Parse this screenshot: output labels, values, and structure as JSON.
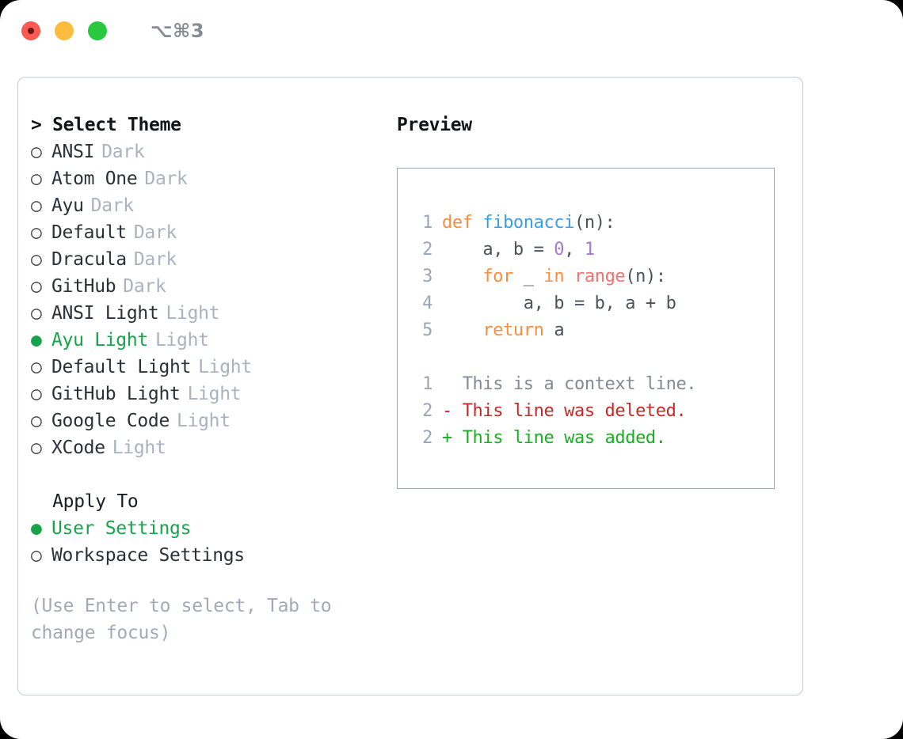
{
  "titlebar": {
    "shortcut": "⌥⌘3",
    "lights": [
      "close",
      "minimize",
      "zoom"
    ]
  },
  "theme_picker": {
    "header": "> Select Theme",
    "options": [
      {
        "marker": "○",
        "label": "ANSI",
        "tag": "Dark",
        "selected": false
      },
      {
        "marker": "○",
        "label": "Atom One",
        "tag": "Dark",
        "selected": false
      },
      {
        "marker": "○",
        "label": "Ayu",
        "tag": "Dark",
        "selected": false
      },
      {
        "marker": "○",
        "label": "Default",
        "tag": "Dark",
        "selected": false
      },
      {
        "marker": "○",
        "label": "Dracula",
        "tag": "Dark",
        "selected": false
      },
      {
        "marker": "○",
        "label": "GitHub",
        "tag": "Dark",
        "selected": false
      },
      {
        "marker": "○",
        "label": "ANSI Light",
        "tag": "Light",
        "selected": false
      },
      {
        "marker": "●",
        "label": "Ayu Light",
        "tag": "Light",
        "selected": true
      },
      {
        "marker": "○",
        "label": "Default Light",
        "tag": "Light",
        "selected": false
      },
      {
        "marker": "○",
        "label": "GitHub Light",
        "tag": "Light",
        "selected": false
      },
      {
        "marker": "○",
        "label": "Google Code",
        "tag": "Light",
        "selected": false
      },
      {
        "marker": "○",
        "label": "XCode",
        "tag": "Light",
        "selected": false
      }
    ]
  },
  "apply_to": {
    "header": "  Apply To",
    "options": [
      {
        "marker": "●",
        "label": "User Settings",
        "selected": true
      },
      {
        "marker": "○",
        "label": "Workspace Settings",
        "selected": false
      }
    ]
  },
  "hint": "(Use Enter to select, Tab to change focus)",
  "preview": {
    "title": "Preview",
    "code_lines": [
      {
        "num": "1",
        "tokens": [
          {
            "text": "def ",
            "type": "kw"
          },
          {
            "text": "fibonacci",
            "type": "fn"
          },
          {
            "text": "(n):",
            "type": "pl"
          }
        ]
      },
      {
        "num": "2",
        "tokens": [
          {
            "text": "    a, b = ",
            "type": "pl"
          },
          {
            "text": "0",
            "type": "num"
          },
          {
            "text": ", ",
            "type": "pl"
          },
          {
            "text": "1",
            "type": "num"
          }
        ]
      },
      {
        "num": "3",
        "tokens": [
          {
            "text": "    ",
            "type": "pl"
          },
          {
            "text": "for",
            "type": "kw"
          },
          {
            "text": " _ ",
            "type": "pl"
          },
          {
            "text": "in",
            "type": "kw"
          },
          {
            "text": " ",
            "type": "pl"
          },
          {
            "text": "range",
            "type": "bi"
          },
          {
            "text": "(n):",
            "type": "pl"
          }
        ]
      },
      {
        "num": "4",
        "tokens": [
          {
            "text": "        a, b = b, a + b",
            "type": "pl"
          }
        ]
      },
      {
        "num": "5",
        "tokens": [
          {
            "text": "    ",
            "type": "pl"
          },
          {
            "text": "return",
            "type": "kw"
          },
          {
            "text": " a",
            "type": "pl"
          }
        ]
      }
    ],
    "diff_lines": [
      {
        "num": "1",
        "marker": " ",
        "text": " This is a context line.",
        "type": "ctx"
      },
      {
        "num": "2",
        "marker": "-",
        "text": " This line was deleted.",
        "type": "del"
      },
      {
        "num": "2",
        "marker": "+",
        "text": " This line was added.",
        "type": "add"
      }
    ]
  },
  "colors": {
    "keyword": "#fa8d3e",
    "function": "#399ee6",
    "number": "#a37acc",
    "builtin": "#f07171",
    "plain": "#4b5259",
    "context": "#828b95",
    "deleted": "#c62828",
    "added": "#16b020",
    "selected": "#16a34a",
    "tag": "#a9b2bd",
    "hint": "#a2aab5",
    "border": "#9aa5b4"
  }
}
